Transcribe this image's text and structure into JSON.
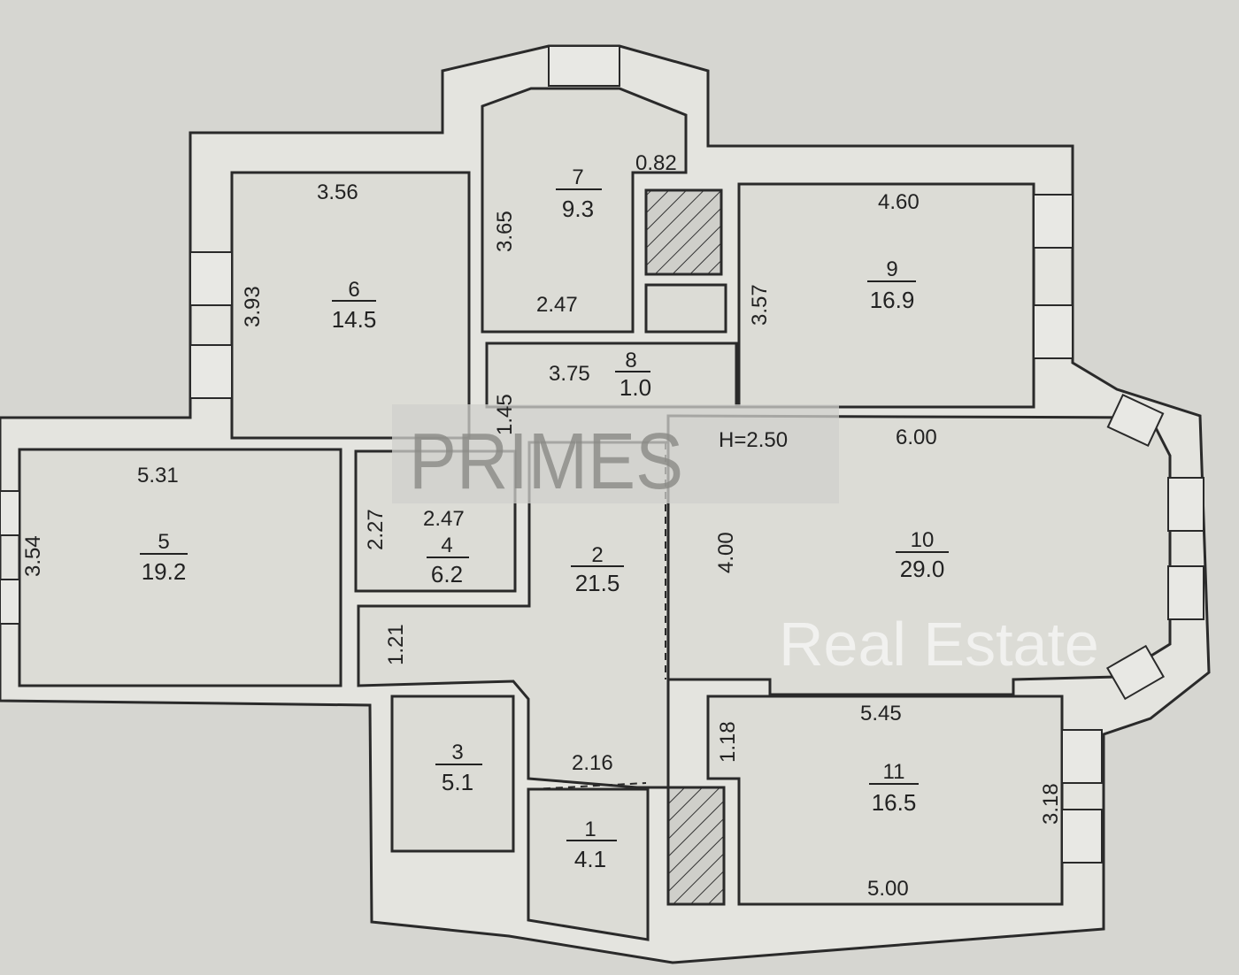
{
  "rooms": [
    {
      "number": "1",
      "area": "4.1"
    },
    {
      "number": "2",
      "area": "21.5"
    },
    {
      "number": "3",
      "area": "5.1"
    },
    {
      "number": "4",
      "area": "6.2"
    },
    {
      "number": "5",
      "area": "19.2"
    },
    {
      "number": "6",
      "area": "14.5"
    },
    {
      "number": "7",
      "area": "9.3"
    },
    {
      "number": "8",
      "area": "1.0"
    },
    {
      "number": "9",
      "area": "16.9"
    },
    {
      "number": "10",
      "area": "29.0"
    },
    {
      "number": "11",
      "area": "16.5"
    }
  ],
  "dimensions": {
    "r6_width": "3.56",
    "r6_height": "3.93",
    "r7_height": "3.65",
    "r7_bottom": "2.47",
    "r7_niche": "0.82",
    "r8_width": "3.75",
    "r8_height": "1.45",
    "r9_width": "4.60",
    "r9_height": "3.57",
    "r5_width": "5.31",
    "r5_height": "3.54",
    "r4_width": "2.47",
    "r4_height": "2.27",
    "r10_width": "6.00",
    "r10_height": "4.00",
    "corridor_width": "1.21",
    "r1_width": "2.16",
    "r11_top": "5.45",
    "r11_bottom": "5.00",
    "r11_height": "3.18",
    "r11_notch": "1.18",
    "ceiling_height": "H=2.50"
  },
  "watermark": {
    "logo": "PRIMES",
    "subtitle": "Real Estate"
  }
}
